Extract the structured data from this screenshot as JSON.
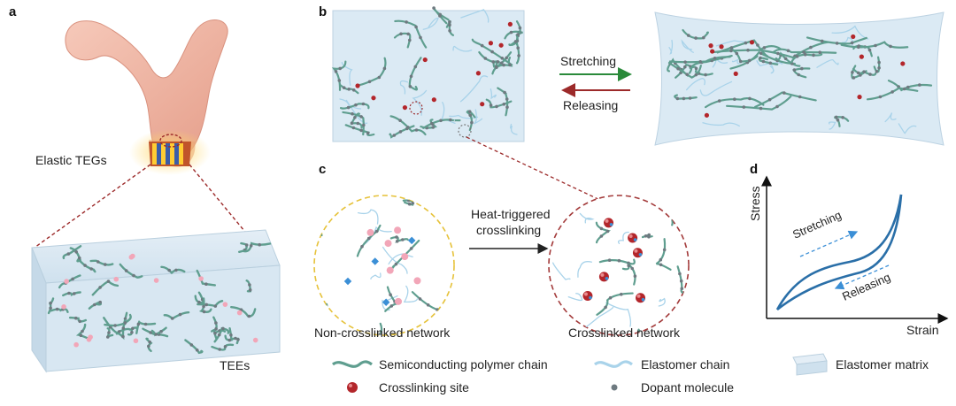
{
  "panels": {
    "a": {
      "letter": "a",
      "elastic_tegs_label": "Elastic TEGs",
      "tees_label": "TEEs"
    },
    "b": {
      "letter": "b",
      "stretching_label": "Stretching",
      "releasing_label": "Releasing"
    },
    "c": {
      "letter": "c",
      "process_label_line1": "Heat-triggered",
      "process_label_line2": "crosslinking",
      "left_caption": "Non-crosslinked network",
      "right_caption": "Crosslinked network"
    },
    "d": {
      "letter": "d",
      "y_axis_label": "Stress",
      "x_axis_label": "Strain",
      "upper_curve_label": "Stretching",
      "lower_curve_label": "Releasing"
    }
  },
  "legend": [
    {
      "key": "semiconducting",
      "label": "Semiconducting polymer chain"
    },
    {
      "key": "elastomer_chain",
      "label": "Elastomer chain"
    },
    {
      "key": "elastomer_matrix",
      "label": "Elastomer matrix"
    },
    {
      "key": "crosslinking_site",
      "label": "Crosslinking site"
    },
    {
      "key": "dopant",
      "label": "Dopant molecule"
    }
  ],
  "colors": {
    "polymer_chain": "#5f9e8f",
    "elastomer_chain": "#a9d3ea",
    "matrix_fill": "#dbeaf4",
    "crosslink": "#b3262b",
    "dopant": "#6e7a80",
    "skin": "#f2b7a6",
    "stretch_arrow": "#2a8a3a",
    "release_arrow": "#9c2a2a",
    "left_circle_dash": "#e6c23a",
    "right_circle_dash": "#a33a3a",
    "curve": "#2a6fa8",
    "pink_dopant": "#f2a6b8",
    "blue_dopant": "#3b8fd6"
  }
}
